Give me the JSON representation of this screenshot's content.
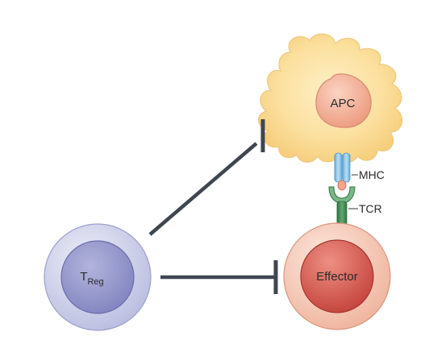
{
  "nodes": {
    "apc": {
      "label": "APC"
    },
    "treg": {
      "label_main": "T",
      "label_sub": "Reg"
    },
    "effector": {
      "label": "Effector"
    }
  },
  "receptors": {
    "mhc": {
      "label": "MHC"
    },
    "tcr": {
      "label": "TCR"
    }
  },
  "colors": {
    "apc_body": "#fbdf9a",
    "apc_body_edge": "#f0c56a",
    "apc_nucleus": "#f2a58a",
    "treg_outer": "#c9cbe6",
    "treg_inner": "#8f92c8",
    "effector_outer": "#f4c7b4",
    "effector_inner": "#d6534a",
    "mhc": "#8cc4e8",
    "tcr": "#3d8a4e",
    "inhibition_line": "#3f4650"
  }
}
